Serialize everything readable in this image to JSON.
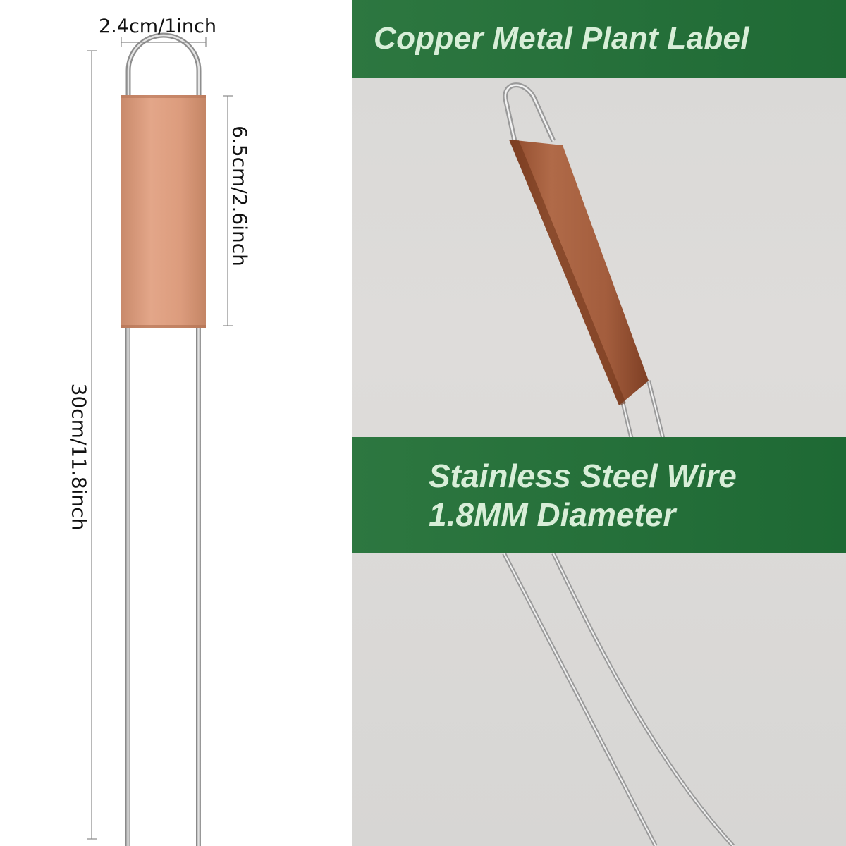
{
  "dimensions": {
    "width": "2.4cm/1inch",
    "label_height": "6.5cm/2.6inch",
    "length": "30cm/11.8inch"
  },
  "banners": {
    "top": "Copper Metal Plant Label",
    "bottom_line1": "Stainless Steel Wire",
    "bottom_line2": "1.8MM Diameter"
  },
  "colors": {
    "banner_green": "#1f6a35",
    "banner_text": "#d8eed8",
    "copper": "#d99a7a",
    "background_gray": "#dcdbd9"
  }
}
